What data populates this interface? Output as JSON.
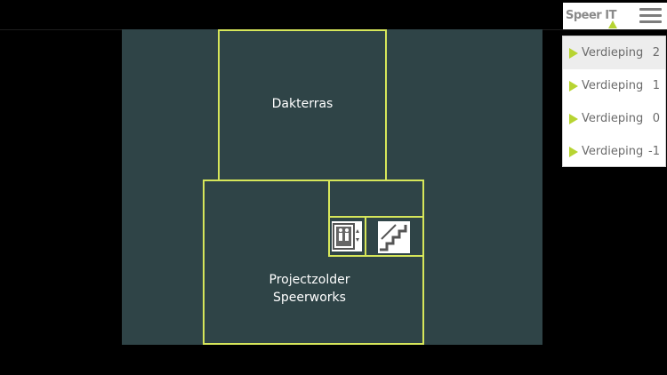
{
  "brand": {
    "logo_text": "Speer IT",
    "accent": "#b7d432"
  },
  "menu": {
    "items": [
      {
        "label": "Verdieping",
        "number": "2",
        "active": true
      },
      {
        "label": "Verdieping",
        "number": "1",
        "active": false
      },
      {
        "label": "Verdieping",
        "number": "0",
        "active": false
      },
      {
        "label": "Verdieping",
        "number": "-1",
        "active": false
      }
    ]
  },
  "map": {
    "rooms": {
      "roof_terrace": "Dakterras",
      "project_loft_line1": "Projectzolder",
      "project_loft_line2": "Speerworks"
    },
    "icons": [
      "elevator-icon",
      "stairs-icon"
    ],
    "colors": {
      "background": "#2f4447",
      "wall": "#d6e65a"
    }
  }
}
